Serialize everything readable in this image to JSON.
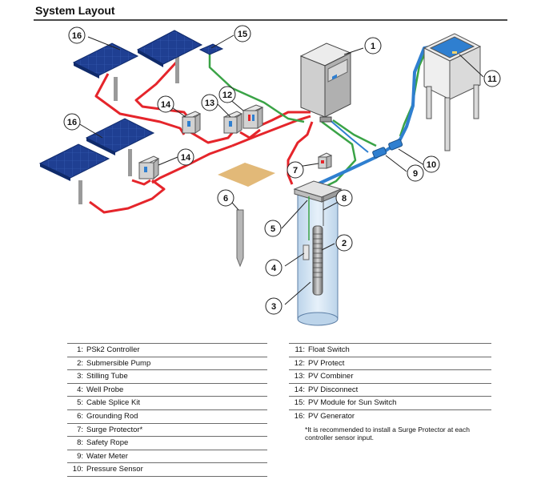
{
  "header": {
    "title": "System Layout"
  },
  "callouts": [
    "1",
    "2",
    "3",
    "4",
    "5",
    "6",
    "7",
    "8",
    "9",
    "10",
    "11",
    "12",
    "13",
    "14",
    "14",
    "15",
    "16",
    "16"
  ],
  "legend": {
    "left": [
      {
        "num": "1:",
        "label": "PSk2 Controller"
      },
      {
        "num": "2:",
        "label": "Submersible Pump"
      },
      {
        "num": "3:",
        "label": "Stilling Tube"
      },
      {
        "num": "4:",
        "label": "Well Probe"
      },
      {
        "num": "5:",
        "label": "Cable Splice Kit"
      },
      {
        "num": "6:",
        "label": "Grounding Rod"
      },
      {
        "num": "7:",
        "label": "Surge Protector*"
      },
      {
        "num": "8:",
        "label": "Safety Rope"
      },
      {
        "num": "9:",
        "label": "Water Meter"
      },
      {
        "num": "10:",
        "label": "Pressure Sensor"
      }
    ],
    "right": [
      {
        "num": "11:",
        "label": "Float Switch"
      },
      {
        "num": "12:",
        "label": "PV Protect"
      },
      {
        "num": "13:",
        "label": "PV Combiner"
      },
      {
        "num": "14:",
        "label": "PV Disconnect"
      },
      {
        "num": "15:",
        "label": "PV Module for Sun Switch"
      },
      {
        "num": "16:",
        "label": "PV Generator"
      }
    ],
    "note": "*It is recommended to install a Surge Protector at each controller sensor input."
  },
  "colors": {
    "cable_red": "#e5252b",
    "cable_green": "#3aa346",
    "pipe_blue": "#2f7fd0",
    "panel_blue": "#1f3f92"
  }
}
